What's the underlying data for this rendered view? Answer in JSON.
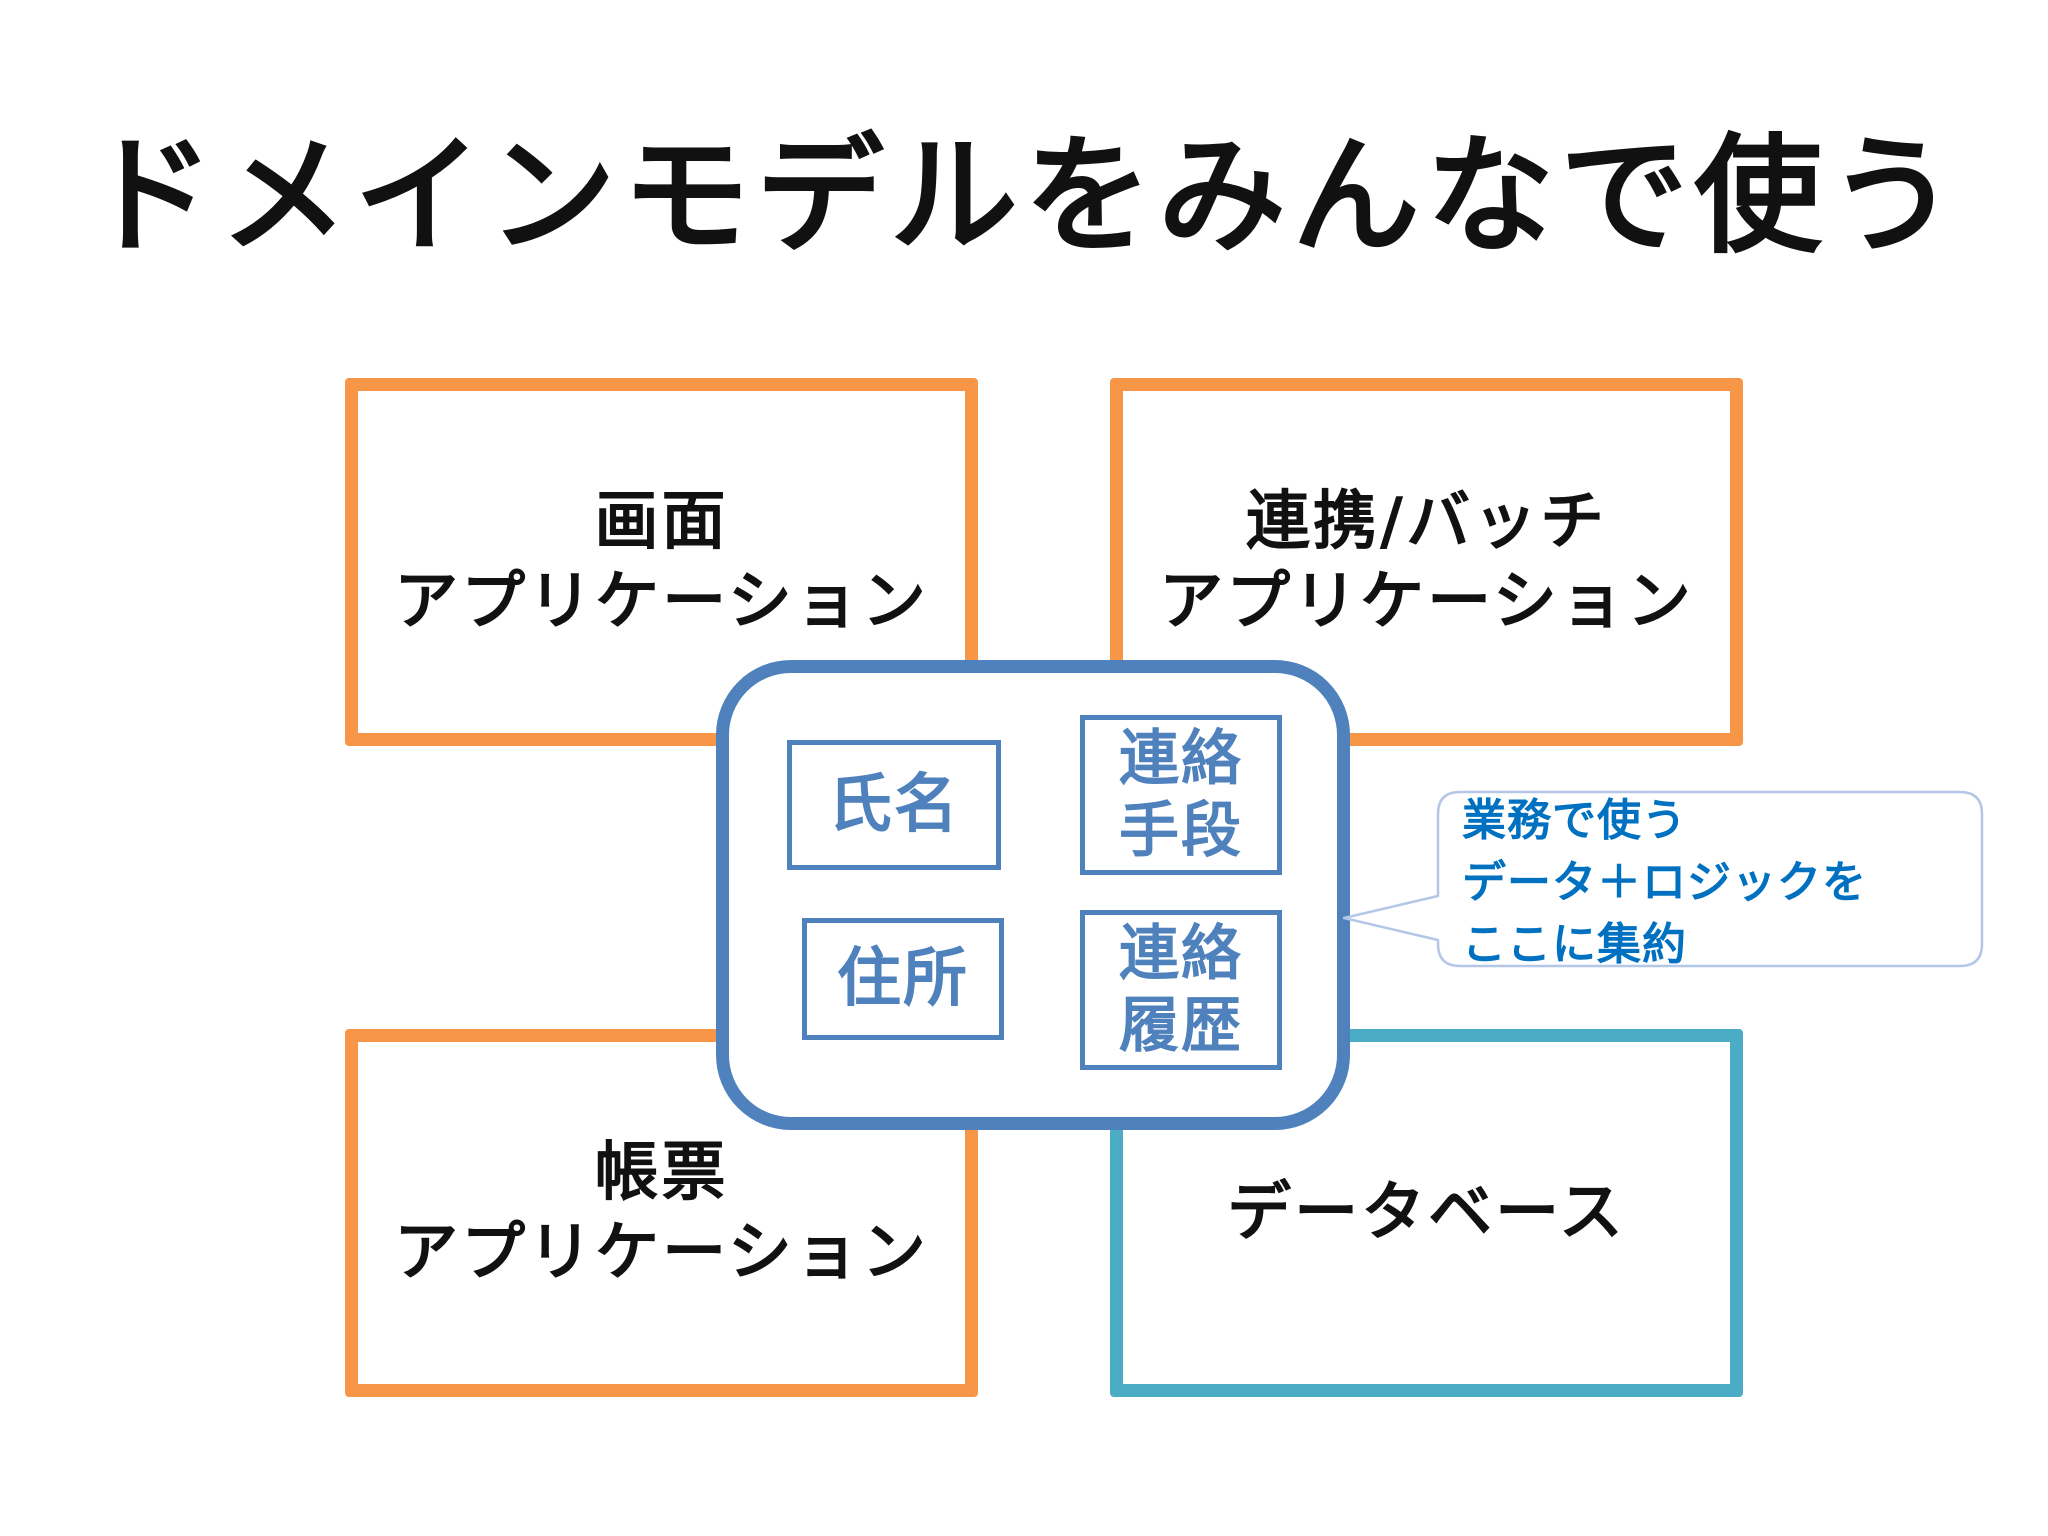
{
  "title": "ドメインモデルをみんなで使う",
  "quadrants": {
    "screen_app": [
      "画面",
      "アプリケーション"
    ],
    "integration_batch_app": [
      "連携/バッチ",
      "アプリケーション"
    ],
    "report_app": [
      "帳票",
      "アプリケーション"
    ],
    "database": [
      "データベース"
    ]
  },
  "domain_model": {
    "entities": {
      "name": [
        "氏名"
      ],
      "contact_method": [
        "連絡",
        "手段"
      ],
      "address": [
        "住所"
      ],
      "contact_history": [
        "連絡",
        "履歴"
      ]
    }
  },
  "callout": {
    "lines": [
      "業務で使う",
      "データ＋ロジックを",
      "ここに集約"
    ]
  },
  "colors": {
    "app_border": "#f79646",
    "database_border": "#4bacc6",
    "domain_border": "#4f81bd",
    "callout_text": "#0070c0",
    "callout_border": "#b4c7e7"
  }
}
